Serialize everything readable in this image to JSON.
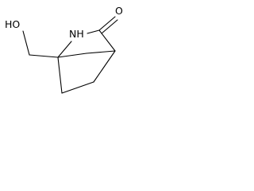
{
  "molecule": {
    "atom_labels": {
      "hydroxyl": "HO",
      "nitrogen": "NH",
      "carbonyl_oxygen": "O"
    }
  }
}
